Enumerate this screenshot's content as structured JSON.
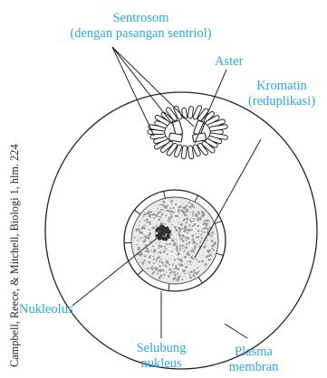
{
  "credit": "Campbell, Reece, & Mitchell, Biologi 1, hlm. 224",
  "labels": {
    "sentrosom_1": "Sentrosom",
    "sentrosom_2": "(dengan pasangan sentriol)",
    "aster": "Aster",
    "kromatin_1": "Kromatin",
    "kromatin_2": "(reduplikasi)",
    "nukleolus": "Nukleolus",
    "selubung_1": "Selubung",
    "selubung_2": "nukleus",
    "plasma_1": "Plasma",
    "plasma_2": "membran"
  },
  "colors": {
    "label": "#2aa8dc",
    "line": "#222222",
    "chromatin": "#9a9a9a",
    "nucleolus": "#333333"
  }
}
